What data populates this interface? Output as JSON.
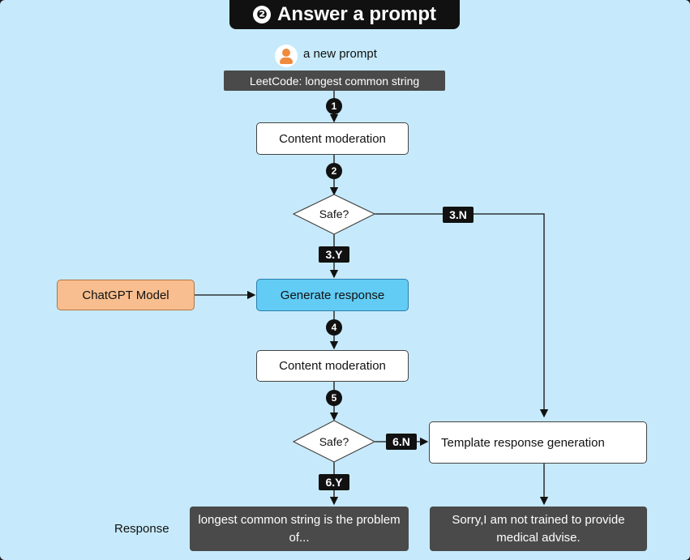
{
  "title": {
    "number": "❷",
    "text": "Answer a prompt"
  },
  "prompt": {
    "label": "a new prompt",
    "text": "LeetCode: longest common string"
  },
  "steps": {
    "s1": "1",
    "s2": "2",
    "s4": "4",
    "s5": "5"
  },
  "tags": {
    "n3": "3.N",
    "y3": "3.Y",
    "n6": "6.N",
    "y6": "6.Y"
  },
  "nodes": {
    "moderation1": "Content moderation",
    "safe1": "Safe?",
    "generate": "Generate response",
    "model": "ChatGPT Model",
    "moderation2": "Content moderation",
    "safe2": "Safe?",
    "template": "Template response generation"
  },
  "response": {
    "label": "Response",
    "answer": "longest common string is the problem of...",
    "sorry": "Sorry,I am not trained to provide medical advise."
  },
  "colors": {
    "background": "#c6eafb",
    "generate": "#62ccf5",
    "model": "#f8be8f",
    "dark": "#4a4a4a"
  },
  "icons": {
    "avatar": "user-icon"
  }
}
